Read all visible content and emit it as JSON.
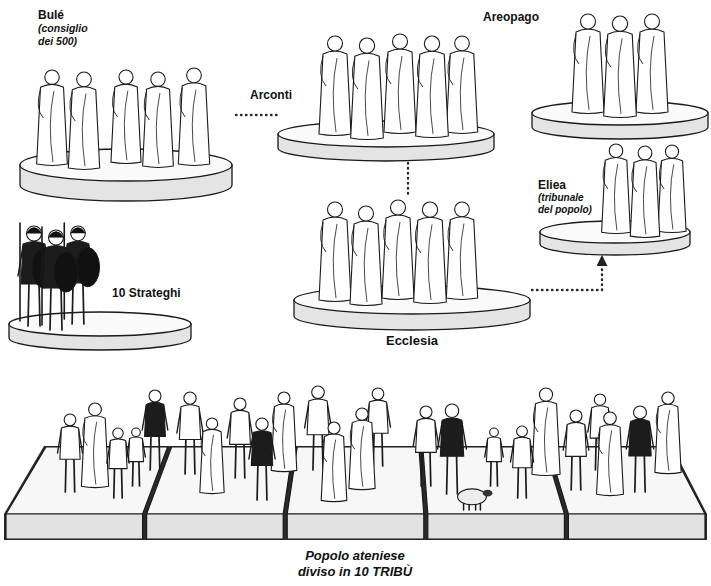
{
  "diagram": {
    "nodes": [
      {
        "text": [
          "Bulé",
          "(consiglio dei 500)"
        ]
      },
      {
        "text": [
          "Arconti"
        ]
      },
      {
        "text": [
          "Areopago"
        ]
      },
      {
        "text": [
          "Eliea",
          "(tribunale del popolo)"
        ]
      },
      {
        "text": [
          "10 Strateghi"
        ]
      },
      {
        "text": [
          "Ecclesia"
        ]
      },
      {
        "text": [
          "Popolo ateniese diviso in 10 TRIBÙ"
        ]
      }
    ],
    "edges": [
      {
        "from": 0,
        "to": 1,
        "arrow": "none"
      },
      {
        "from": 1,
        "to": 5,
        "arrow": "none"
      },
      {
        "from": 5,
        "to": 3,
        "arrow": "to"
      }
    ]
  }
}
